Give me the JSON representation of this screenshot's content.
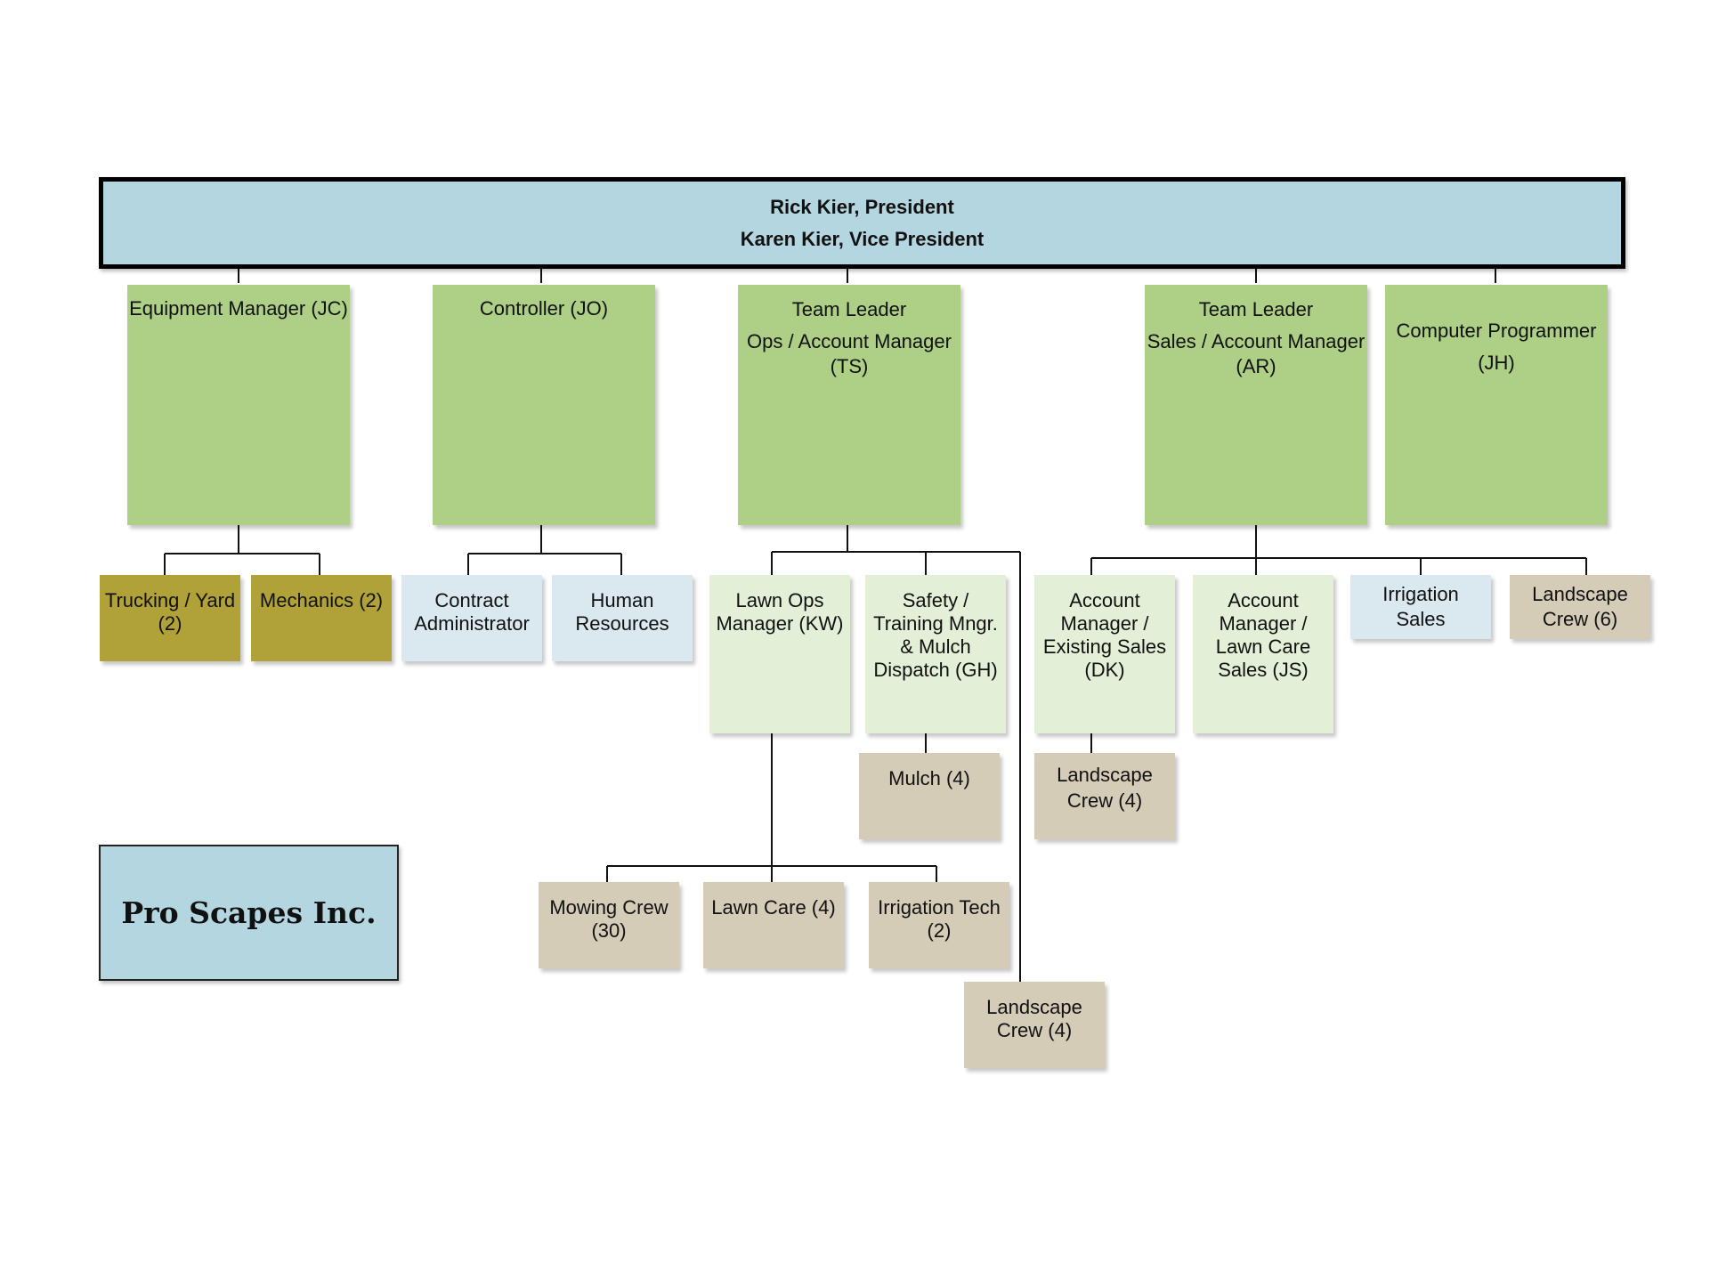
{
  "executives": {
    "line1": "Rick Kier, President",
    "line2": "Karen Kier, Vice President"
  },
  "managers": {
    "equipment": "Equipment Manager (JC)",
    "controller": "Controller (JO)",
    "ops_leader": {
      "line1": "Team Leader",
      "line2": "Ops / Account Manager",
      "line3": "(TS)"
    },
    "sales_leader": {
      "line1": "Team Leader",
      "line2": "Sales / Account Manager",
      "line3": "(AR)"
    },
    "programmer": {
      "line1": "Computer Programmer",
      "line2": "(JH)"
    }
  },
  "units": {
    "trucking": {
      "line1": "Trucking / Yard",
      "line2": "(2)"
    },
    "mechanics": "Mechanics (2)",
    "contract_admin": {
      "line1": "Contract",
      "line2": "Administrator"
    },
    "human_resources": {
      "line1": "Human",
      "line2": "Resources"
    },
    "lawn_ops": {
      "line1": "Lawn Ops",
      "line2": "Manager (KW)"
    },
    "safety": {
      "line1": "Safety /",
      "line2": "Training Mngr.",
      "line3": "& Mulch",
      "line4": "Dispatch (GH)"
    },
    "account_existing": {
      "line1": "Account",
      "line2": "Manager /",
      "line3": "Existing Sales",
      "line4": "(DK)"
    },
    "account_lawn": {
      "line1": "Account",
      "line2": "Manager /",
      "line3": "Lawn Care",
      "line4": "Sales (JS)"
    },
    "irrigation_sales": {
      "line1": "Irrigation",
      "line2": "Sales"
    },
    "landscape_crew_6": {
      "line1": "Landscape",
      "line2": "Crew (6)"
    }
  },
  "crews": {
    "mulch": "Mulch (4)",
    "landscape_dk": {
      "line1": "Landscape",
      "line2": "Crew (4)"
    },
    "mowing": {
      "line1": "Mowing Crew",
      "line2": "(30)"
    },
    "lawn_care": "Lawn Care (4)",
    "irrigation_tech": {
      "line1": "Irrigation Tech",
      "line2": "(2)"
    },
    "landscape_ops": {
      "line1": "Landscape",
      "line2": "Crew (4)"
    }
  },
  "company": {
    "name": "Pro Scapes Inc."
  },
  "colors": {
    "executive": "#b3d6e1",
    "manager": "#aecf86",
    "sub_manager": "#e3f0d7",
    "admin": "#dae8f0",
    "equipment_unit": "#b0a238",
    "crew": "#d5ccb8"
  }
}
